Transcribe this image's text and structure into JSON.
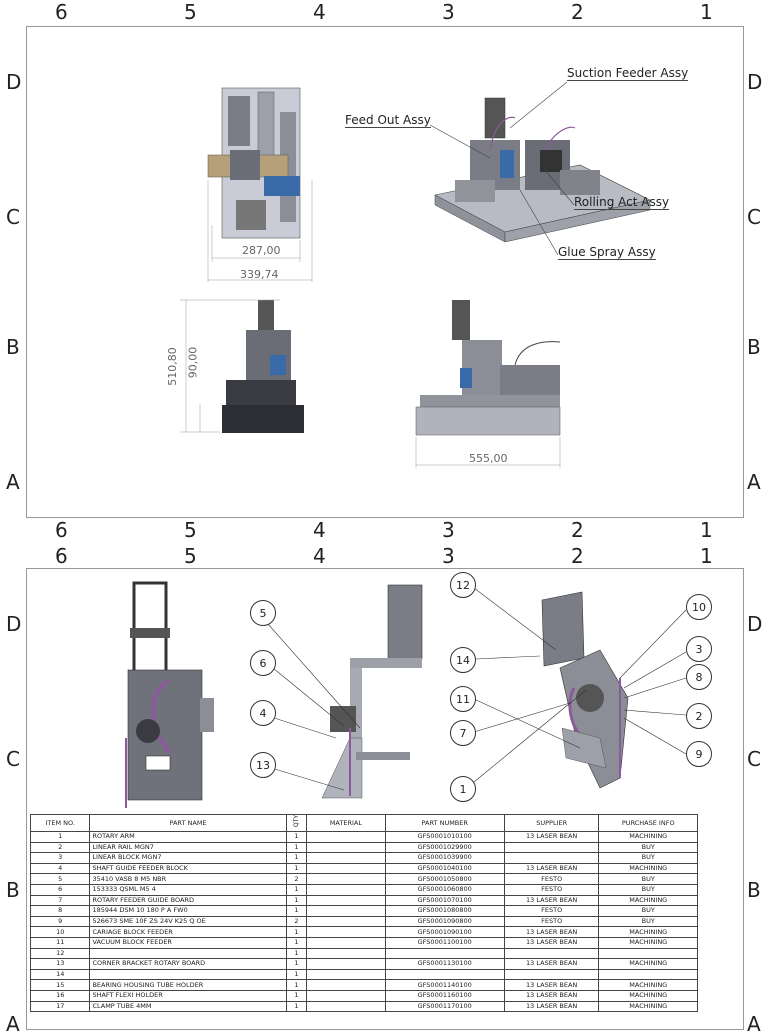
{
  "sheet1": {
    "col_numbers": [
      "6",
      "5",
      "4",
      "3",
      "2",
      "1"
    ],
    "row_letters": [
      "D",
      "C",
      "B",
      "A"
    ],
    "callouts": {
      "suction_feeder": "Suction Feeder Assy",
      "feed_out": "Feed Out Assy",
      "rolling_act": "Rolling Act Assy",
      "glue_spray": "Glue Spray Assy"
    },
    "dimensions": {
      "top_width_inner": "287,00",
      "top_width_outer": "339,74",
      "side_height": "510,80",
      "side_small": "90,00",
      "front_width": "555,00"
    },
    "colors": {
      "frame": "#999999",
      "part_gray": "#7a7d85",
      "accent": "#8a5a9a",
      "blue": "#3a6aa8"
    }
  },
  "sheet2": {
    "col_numbers": [
      "6",
      "5",
      "4",
      "3",
      "2",
      "1"
    ],
    "row_letters": [
      "D",
      "C",
      "B",
      "A"
    ],
    "balloons": [
      "12",
      "10",
      "3",
      "8",
      "2",
      "9",
      "14",
      "11",
      "7",
      "1",
      "5",
      "6",
      "4",
      "13"
    ]
  },
  "bom": {
    "headers": {
      "item": "ITEM NO.",
      "name": "PART NAME",
      "qty": "QTY",
      "material": "MATERIAL",
      "part_number": "PART NUMBER",
      "supplier": "SUPPLIER",
      "purchase": "PURCHASE INFO"
    },
    "rows": [
      {
        "item": "1",
        "name": "ROTARY ARM",
        "qty": "1",
        "material": "",
        "pn": "GFS0001010100",
        "supplier": "13 LASER BEAN",
        "purchase": "MACHINING"
      },
      {
        "item": "2",
        "name": "LINEAR RAIL MGN7",
        "qty": "1",
        "material": "",
        "pn": "GFS0001029900",
        "supplier": "",
        "purchase": "BUY"
      },
      {
        "item": "3",
        "name": "LINEAR BLOCK MGN7",
        "qty": "1",
        "material": "",
        "pn": "GFS0001039900",
        "supplier": "",
        "purchase": "BUY"
      },
      {
        "item": "4",
        "name": "SHAFT GUIDE FEEDER BLOCK",
        "qty": "1",
        "material": "",
        "pn": "GFS0001040100",
        "supplier": "13 LASER BEAN",
        "purchase": "MACHINING"
      },
      {
        "item": "5",
        "name": "35410 VASB 8 M5 NBR",
        "qty": "2",
        "material": "",
        "pn": "GFS0001050800",
        "supplier": "FESTO",
        "purchase": "BUY"
      },
      {
        "item": "6",
        "name": "153333 QSML M5 4",
        "qty": "1",
        "material": "",
        "pn": "GFS0001060800",
        "supplier": "FESTO",
        "purchase": "BUY"
      },
      {
        "item": "7",
        "name": "ROTARY FEEDER GUIDE BOARD",
        "qty": "1",
        "material": "",
        "pn": "GFS0001070100",
        "supplier": "13 LASER BEAN",
        "purchase": "MACHINING"
      },
      {
        "item": "8",
        "name": "185944 DSM 10 180 P A FW0",
        "qty": "1",
        "material": "",
        "pn": "GFS0001080800",
        "supplier": "FESTO",
        "purchase": "BUY"
      },
      {
        "item": "9",
        "name": "526673 SME 10F ZS 24V K25 Q OE",
        "qty": "2",
        "material": "",
        "pn": "GFS0001090800",
        "supplier": "FESTO",
        "purchase": "BUY"
      },
      {
        "item": "10",
        "name": "CARIAGE BLOCK FEEDER",
        "qty": "1",
        "material": "",
        "pn": "GFS0001090100",
        "supplier": "13 LASER BEAN",
        "purchase": "MACHINING"
      },
      {
        "item": "11",
        "name": "VACUUM BLOCK FEEDER",
        "qty": "1",
        "material": "",
        "pn": "GFS0001100100",
        "supplier": "13 LASER BEAN",
        "purchase": "MACHINING"
      },
      {
        "item": "12",
        "name": "",
        "qty": "1",
        "material": "",
        "pn": "",
        "supplier": "",
        "purchase": ""
      },
      {
        "item": "13",
        "name": "CORNER BRACKET ROTARY BOARD",
        "qty": "1",
        "material": "",
        "pn": "GFS0001130100",
        "supplier": "13 LASER BEAN",
        "purchase": "MACHINING"
      },
      {
        "item": "14",
        "name": "",
        "qty": "1",
        "material": "",
        "pn": "",
        "supplier": "",
        "purchase": ""
      },
      {
        "item": "15",
        "name": "BEARING HOUSING TUBE HOLDER",
        "qty": "1",
        "material": "",
        "pn": "GFS0001140100",
        "supplier": "13 LASER BEAN",
        "purchase": "MACHINING"
      },
      {
        "item": "16",
        "name": "SHAFT FLEXI HOLDER",
        "qty": "1",
        "material": "",
        "pn": "GFS0001160100",
        "supplier": "13 LASER BEAN",
        "purchase": "MACHINING"
      },
      {
        "item": "17",
        "name": "CLAMP TUBE 4MM",
        "qty": "1",
        "material": "",
        "pn": "GFS0001170100",
        "supplier": "13 LASER BEAN",
        "purchase": "MACHINING"
      }
    ]
  }
}
